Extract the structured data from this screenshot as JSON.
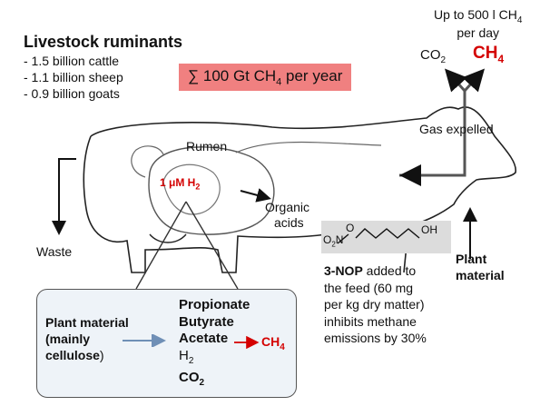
{
  "livestock": {
    "title": "Livestock ruminants",
    "items": [
      "- 1.5 billion cattle",
      "- 1.1 billion sheep",
      "- 0.9 billion goats"
    ]
  },
  "banner": {
    "sum_symbol": "∑",
    "prefix": "100 Gt CH",
    "sub": "4",
    "suffix": " per year"
  },
  "top_right": {
    "line1_prefix": "Up to 500 l CH",
    "line1_sub": "4",
    "line2": "per day"
  },
  "gases": {
    "co2_main": "CO",
    "co2_sub": "2",
    "ch4_main": "CH",
    "ch4_sub": "4"
  },
  "labels": {
    "gas_expelled": "Gas expelled",
    "rumen": "Rumen",
    "h2_prefix": "1 μM H",
    "h2_sub": "2",
    "organic": "Organic",
    "acids": "acids",
    "waste": "Waste",
    "plant_material_right_1": "Plant",
    "plant_material_right_2": "material"
  },
  "structure": {
    "o2n": "O",
    "o2n_sub": "2",
    "n": "N",
    "o": "O",
    "oh": "OH"
  },
  "nop_text": {
    "name": "3-NOP",
    "lines": [
      " added to",
      "the feed (60 mg",
      "per kg dry matter)",
      "inhibits methane",
      "emissions by 30%"
    ]
  },
  "callout": {
    "left_line1": "Plant material",
    "left_line2": "(mainly",
    "left_line3_bold": "cellulose",
    "left_line3_rest": ")",
    "products": [
      "Propionate",
      "Butyrate",
      "Acetate"
    ],
    "h2_main": "H",
    "h2_sub": "2",
    "co2_main": "CO",
    "co2_sub": "2",
    "ch4_main": "CH",
    "ch4_sub": "4"
  }
}
